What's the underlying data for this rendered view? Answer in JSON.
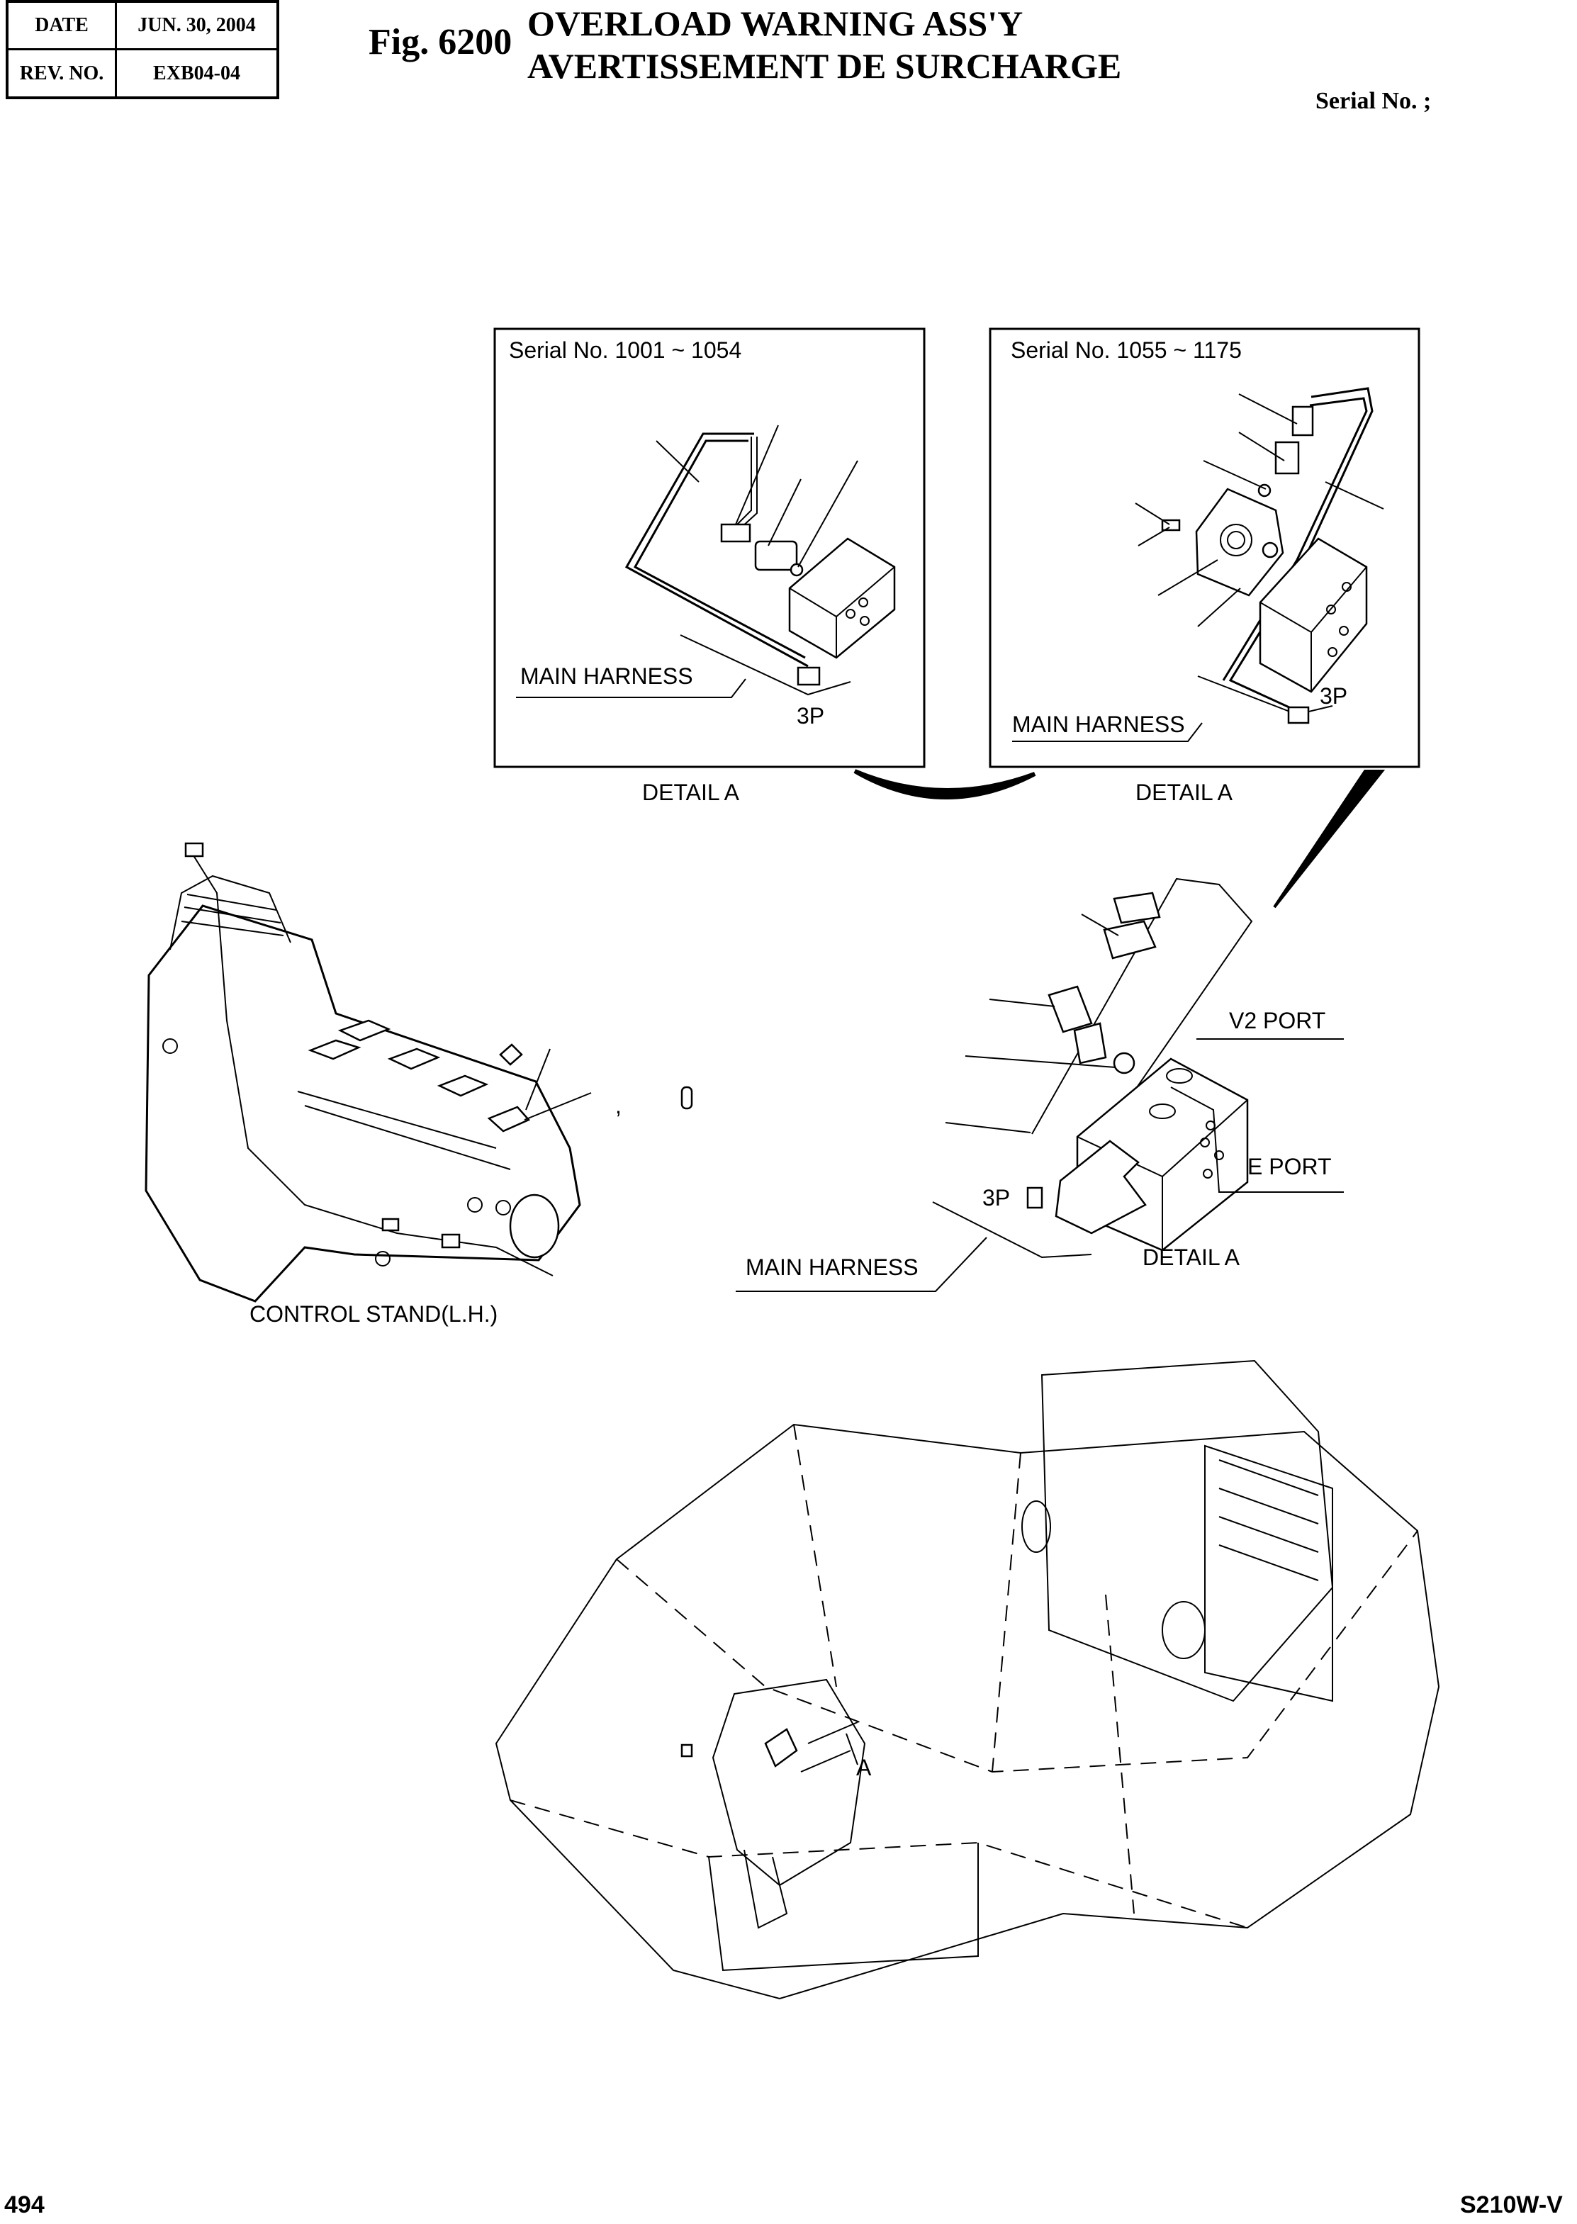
{
  "header": {
    "date_label": "DATE",
    "date_value": "JUN. 30, 2004",
    "rev_label": "REV. NO.",
    "rev_value": "EXB04-04",
    "figure_number": "Fig. 6200",
    "title_en": "OVERLOAD WARNING ASS'Y",
    "title_fr": "AVERTISSEMENT DE SURCHARGE",
    "serial_label": "Serial No. ;"
  },
  "detail_left": {
    "serial": "Serial No. 1001 ~ 1054",
    "main_harness": "MAIN HARNESS",
    "connector": "3P",
    "caption": "DETAIL  A"
  },
  "detail_right": {
    "serial": "Serial No. 1055 ~ 1175",
    "main_harness": "MAIN HARNESS",
    "connector": "3P",
    "caption": "DETAIL  A"
  },
  "detail_center": {
    "v2_port": "V2  PORT",
    "e_port": "E  PORT",
    "connector": "3P",
    "main_harness": "MAIN HARNESS",
    "caption": "DETAIL  A"
  },
  "control_stand": {
    "caption": "CONTROL STAND(L.H.)",
    "separator": ","
  },
  "machine": {
    "callout": "A"
  },
  "footer": {
    "page_number": "494",
    "model": "S210W-V"
  }
}
